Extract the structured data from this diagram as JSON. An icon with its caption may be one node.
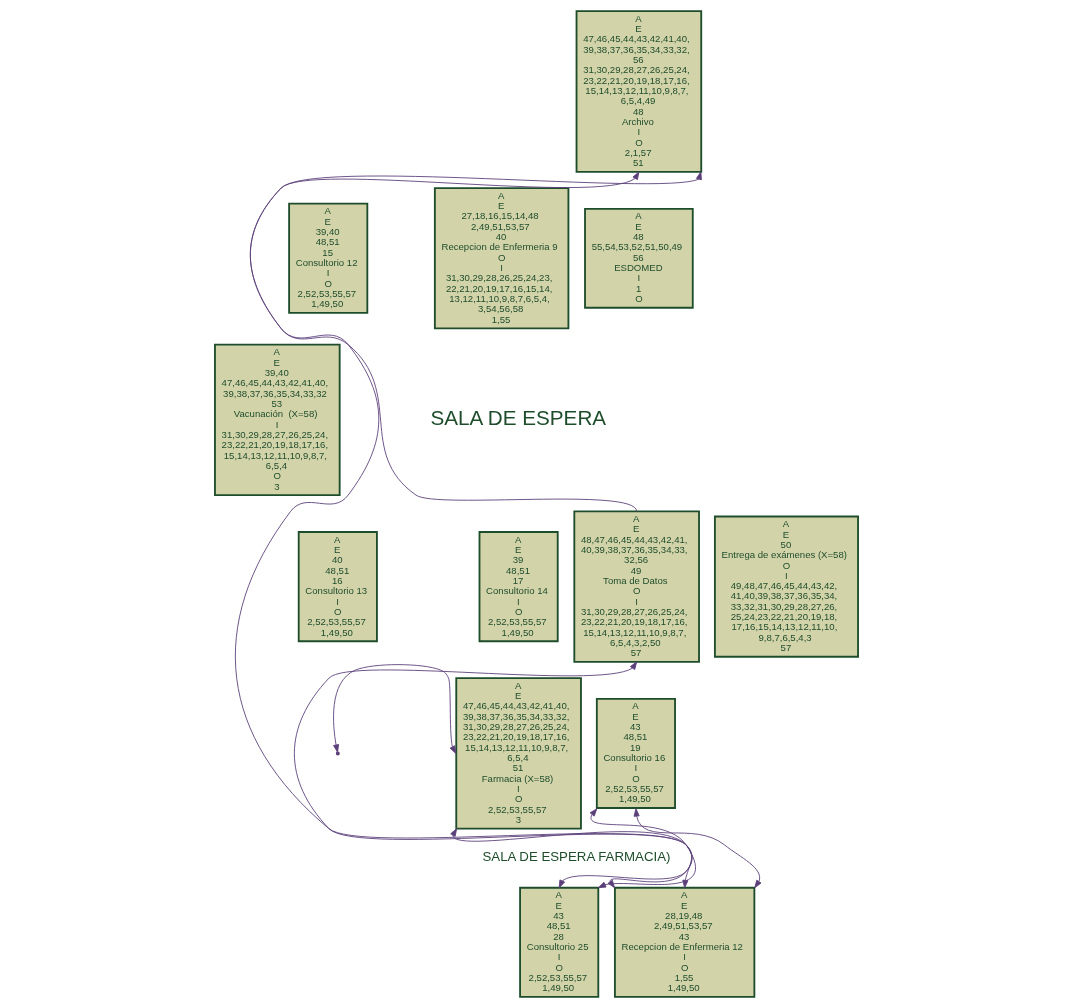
{
  "diagram": {
    "nodes": [
      {
        "text": [
          "A",
          "E",
          "47,46,45,44,43,42,41,40,39,38,37,36,35,34,33,32,56",
          "31,30,29,28,27,26,25,24,23,22,21,20,19,18,17,16,15,14,13,12,11,10,9,8,7,6,5,4,49",
          "48",
          "Archivo",
          "I",
          "O",
          "2,1,57",
          "51"
        ]
      },
      {
        "text": [
          "A",
          "E",
          "39,40",
          "48,51",
          "15",
          "Consultorio 12",
          "I",
          "O",
          "2,52,53,55,57",
          "1,49,50"
        ]
      },
      {
        "text": [
          "A",
          "E",
          "27,18,16,15,14,48",
          "2,49,51,53,57",
          "40",
          "Recepcion de Enfermeria 9",
          "O",
          "I",
          "31,30,29,28,26,25,24,23,22,21,20,19,17,16,15,14,13,12,11,10,9,8,7,6,5,4,3,54,56,58",
          "1,55"
        ]
      },
      {
        "text": [
          "A",
          "E",
          "48",
          "55,54,53,52,51,50,49",
          "56",
          "ESDOMED",
          "I",
          "1",
          "O"
        ]
      },
      {
        "text": [
          "A",
          "E",
          "39,40",
          "47,46,45,44,43,42,41,40,39,38,37,36,35,34,33,32",
          "53",
          "Vacunación  (X=58)",
          "I",
          "31,30,29,28,27,26,25,24,23,22,21,20,19,18,17,16,15,14,13,12,11,10,9,8,7,6,5,4",
          "O",
          "3"
        ]
      },
      {
        "text": [
          "A",
          "E",
          "40",
          "48,51",
          "16",
          "Consultorio 13",
          "I",
          "O",
          "2,52,53,55,57",
          "1,49,50"
        ]
      },
      {
        "text": [
          "A",
          "E",
          "39",
          "48,51",
          "17",
          "Consultorio 14",
          "I",
          "O",
          "2,52,53,55,57",
          "1,49,50"
        ]
      },
      {
        "text": [
          "A",
          "E",
          "48,47,46,45,44,43,42,41,40,39,38,37,36,35,34,33,32,56",
          "49",
          "Toma de Datos",
          "O",
          "I",
          "31,30,29,28,27,26,25,24,23,22,21,20,19,18,17,16,15,14,13,12,11,10,9,8,7,6,5,4,3,2,50",
          "57"
        ]
      },
      {
        "text": [
          "A",
          "E",
          "50",
          "Entrega de exámenes (X=58)",
          "O",
          "I",
          "49,48,47,46,45,44,43,42,41,40,39,38,37,36,35,34,33,32,31,30,29,28,27,26,25,24,23,22,21,20,19,18,17,16,15,14,13,12,11,10,9,8,7,6,5,4,3",
          "57"
        ]
      },
      {
        "text": [
          "A",
          "E",
          "43",
          "48,51",
          "19",
          "Consultorio 16",
          "I",
          "O",
          "2,52,53,55,57",
          "1,49,50"
        ]
      },
      {
        "text": [
          "A",
          "E",
          "47,46,45,44,43,42,41,40,39,38,37,36,35,34,33,32,31,30,29,28,27,26,25,24,23,22,21,20,19,18,17,16,15,14,13,12,11,10,9,8,7,6,5,4",
          "51",
          "Farmacia (X=58)",
          "I",
          "O",
          "2,52,53,55,57",
          "3"
        ]
      },
      {
        "text": [
          "A",
          "E",
          "43",
          "48,51",
          "28",
          "Consultorio 25",
          "I",
          "O",
          "2,52,53,55,57",
          "1,49,50"
        ]
      },
      {
        "text": [
          "A",
          "E",
          "28,19,48",
          "2,49,51,53,57",
          "43",
          "Recepcion de Enfermeria 12",
          "I",
          "O",
          "1,55",
          "1,49,50"
        ]
      }
    ],
    "edges": [
      {
        "from": null,
        "to": 10,
        "arrow": "both"
      },
      {
        "from": 11,
        "to": 10,
        "arrow": "both"
      },
      {
        "from": 11,
        "to": 9,
        "arrow": "both"
      },
      {
        "from": 12,
        "to": 0,
        "arrow": "both"
      },
      {
        "from": 12,
        "to": 7,
        "arrow": "both"
      },
      {
        "from": 12,
        "to": 9,
        "arrow": "both"
      },
      {
        "from": 7,
        "to": 0,
        "arrow": "to"
      }
    ],
    "labels": [
      "SALA DE ESPERA",
      "SALA DE ESPERA FARMACIA)"
    ]
  }
}
